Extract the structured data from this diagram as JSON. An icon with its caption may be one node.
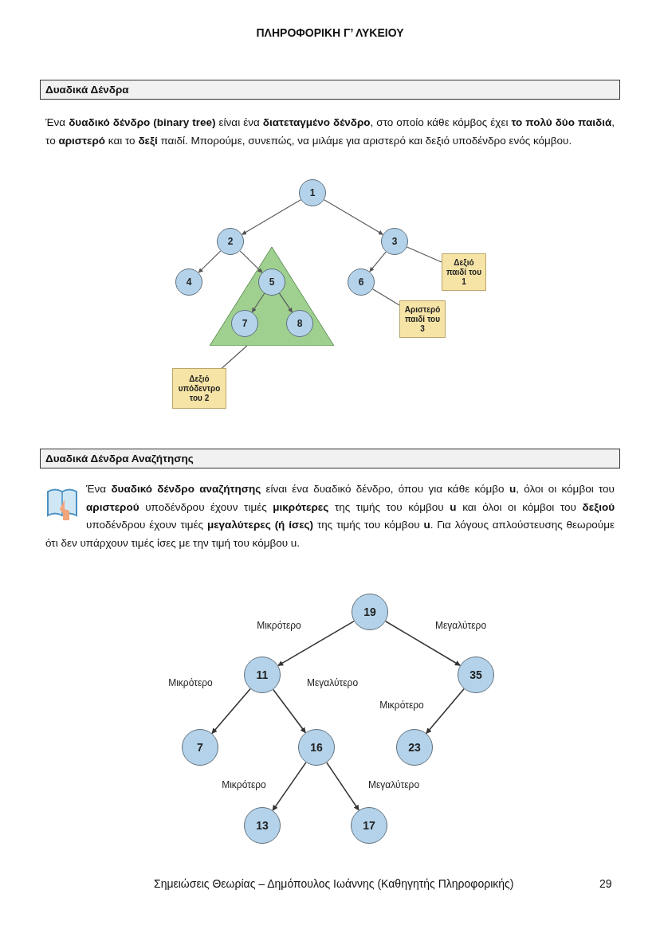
{
  "diagram": {
    "title": "ΠΛΗΡΟΦΟΡΙΚΗ Γ’ ΛΥΚΕΙΟΥ",
    "nodes": [
      {
        "text": [
          "1"
        ]
      },
      {
        "text": [
          "2"
        ]
      },
      {
        "text": [
          "3"
        ]
      },
      {
        "text": [
          "4"
        ]
      },
      {
        "text": [],
        "shape": "triangle"
      },
      {
        "text": [
          "5"
        ],
        "in": 4
      },
      {
        "text": [
          "6"
        ]
      },
      {
        "text": [
          "7"
        ],
        "in": 4
      },
      {
        "text": [
          "8"
        ],
        "in": 4
      },
      {
        "text": [
          "Δεξιό παιδί του 1"
        ]
      },
      {
        "text": [
          "Αριστερό παιδί του 3"
        ]
      },
      {
        "text": [
          "Δεξιό υπόδεντρο του 2"
        ]
      },
      {
        "text": [
          "19"
        ]
      },
      {
        "text": [
          "11"
        ]
      },
      {
        "text": [
          "35"
        ]
      },
      {
        "text": [
          "7"
        ]
      },
      {
        "text": [
          "16"
        ]
      },
      {
        "text": [
          "23"
        ]
      },
      {
        "text": [
          "13"
        ]
      },
      {
        "text": [
          "17"
        ]
      }
    ],
    "edges": [
      {
        "from": 0,
        "to": 1,
        "arrow": "to"
      },
      {
        "from": 0,
        "to": 2,
        "arrow": "to"
      },
      {
        "from": 1,
        "to": 3,
        "arrow": "to"
      },
      {
        "from": 1,
        "to": 5,
        "arrow": "to"
      },
      {
        "from": 2,
        "to": 6,
        "arrow": "to"
      },
      {
        "from": 5,
        "to": 7,
        "arrow": "to"
      },
      {
        "from": 5,
        "to": 8,
        "arrow": "to"
      },
      {
        "from": 9,
        "to": 2,
        "arrow": "none"
      },
      {
        "from": 10,
        "to": 6,
        "arrow": "none"
      },
      {
        "from": 11,
        "to": 4,
        "arrow": "none"
      },
      {
        "from": 12,
        "to": 13,
        "arrow": "to",
        "label": "Μικρότερο"
      },
      {
        "from": 12,
        "to": 14,
        "arrow": "to",
        "label": "Μεγαλύτερο"
      },
      {
        "from": 13,
        "to": 15,
        "arrow": "to",
        "label": "Μικρότερο"
      },
      {
        "from": 13,
        "to": 16,
        "arrow": "to",
        "label": "Μεγαλύτερο"
      },
      {
        "from": 14,
        "to": 17,
        "arrow": "to",
        "label": "Μικρότερο"
      },
      {
        "from": 16,
        "to": 18,
        "arrow": "to",
        "label": "Μικρότερο"
      },
      {
        "from": 16,
        "to": 19,
        "arrow": "to",
        "label": "Μεγαλύτερο"
      }
    ],
    "labels": [
      "Δυαδικά Δένδρα",
      "Ένα **δυαδικό δένδρο (binary tree)** είναι ένα **διατεταγμένο δένδρο**, στο οποίο κάθε κόμβος έχει **το πολύ δύο παιδιά**, το **αριστερό** και το **δεξί** παιδί. Μπορούμε, συνεπώς, να μιλάμε για αριστερό και δεξιό υποδένδρο ενός κόμβου.",
      "Δυαδικά Δένδρα Αναζήτησης",
      "Ένα **δυαδικό δένδρο αναζήτησης** είναι ένα δυαδικό δένδρο, όπου για κάθε κόμβο **u**, όλοι οι κόμβοι του **αριστερού** υποδένδρου έχουν τιμές **μικρότερες** της τιμής του κόμβου **u** και όλοι οι κόμβοι του **δεξιού** υποδένδρου έχουν τιμές **μεγαλύτερες (ή ίσες)** της τιμής του κόμβου **u**. Για λόγους απλούστευσης θεωρούμε ότι δεν υπάρχουν τιμές ίσες με την τιμή του κόμβου u.",
      "Σημειώσεις Θεωρίας – Δημόπουλος Ιωάννης (Καθηγητής Πληροφορικής)",
      "29"
    ]
  }
}
